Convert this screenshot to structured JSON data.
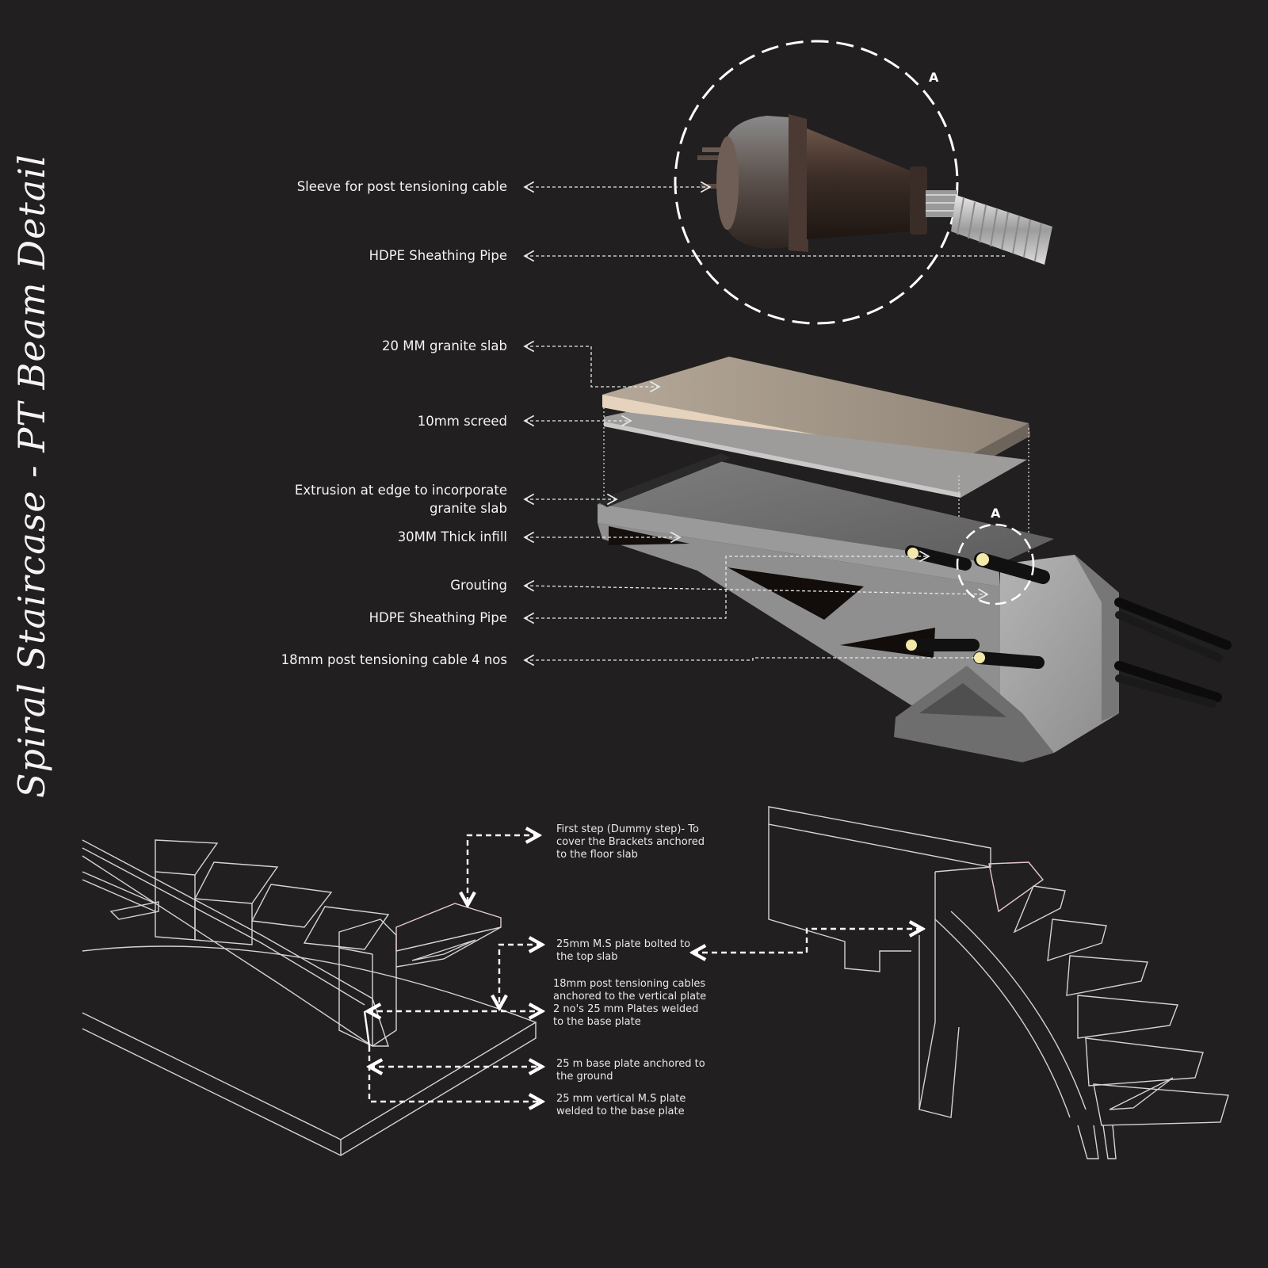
{
  "title": "Spiral Staircase - PT Beam Detail",
  "detail_tag": "A",
  "labels": {
    "sleeve": "Sleeve for post tensioning cable",
    "hdpe_top": "HDPE Sheathing Pipe",
    "granite": "20 MM granite slab",
    "screed": "10mm screed",
    "extrusion_1": "Extrusion  at edge to incorporate",
    "extrusion_2": "granite slab",
    "infill": "30MM Thick infill",
    "grouting": "Grouting",
    "hdpe_mid": "HDPE Sheathing Pipe",
    "cable": "18mm post tensioning cable 4 nos"
  },
  "notes": {
    "first_step": "First step (Dummy step)- To\ncover the Brackets anchored\nto the floor slab",
    "ms_plate": "25mm M.S plate bolted to\nthe top slab",
    "pt_cables": "18mm post tensioning cables\nanchored to the vertical plate\n2 no's  25 mm Plates welded\nto the base plate",
    "base_plate": "25 m base plate anchored to\nthe ground",
    "vertical_plate": "25 mm vertical M.S plate\nwelded to the base plate"
  },
  "colors": {
    "background": "#211f20",
    "text": "#f4f4f4",
    "line": "#d9d9d9",
    "concrete": "#8d8d8d",
    "granite": "#d9c8b4"
  }
}
